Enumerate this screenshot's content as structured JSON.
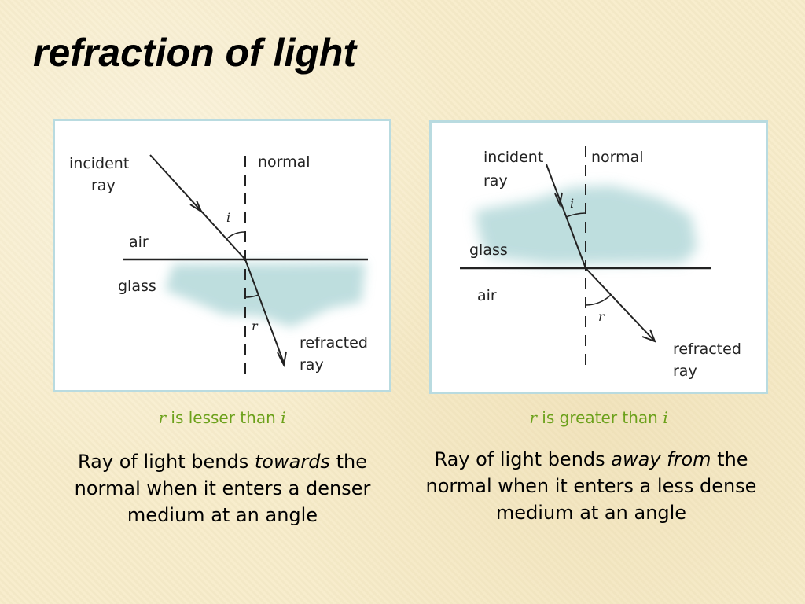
{
  "title": "refraction of light",
  "left": {
    "labels": {
      "incident_1": "incident",
      "incident_2": "ray",
      "normal": "normal",
      "top_medium": "air",
      "bottom_medium": "glass",
      "angle_i": "i",
      "angle_r": "r",
      "refracted_1": "refracted",
      "refracted_2": "ray"
    },
    "relation": {
      "r": "r",
      "text": " is lesser than ",
      "i": "i"
    },
    "description": {
      "before": "Ray of light bends ",
      "emph": "towards",
      "after": " the normal when it enters a denser medium at an angle"
    }
  },
  "right": {
    "labels": {
      "incident_1": "incident",
      "incident_2": "ray",
      "normal": "normal",
      "top_medium": "glass",
      "bottom_medium": "air",
      "angle_i": "i",
      "angle_r": "r",
      "refracted_1": "refracted",
      "refracted_2": "ray"
    },
    "relation": {
      "r": "r",
      "text": " is greater than ",
      "i": "i"
    },
    "description": {
      "before": "Ray of light bends ",
      "emph": "away from",
      "after": " the normal when it enters a less dense medium at an angle"
    }
  },
  "colors": {
    "panel_border": "#b9dbe0",
    "glass_tint": "#a9d3d4",
    "relation_text": "#6ca11b"
  }
}
